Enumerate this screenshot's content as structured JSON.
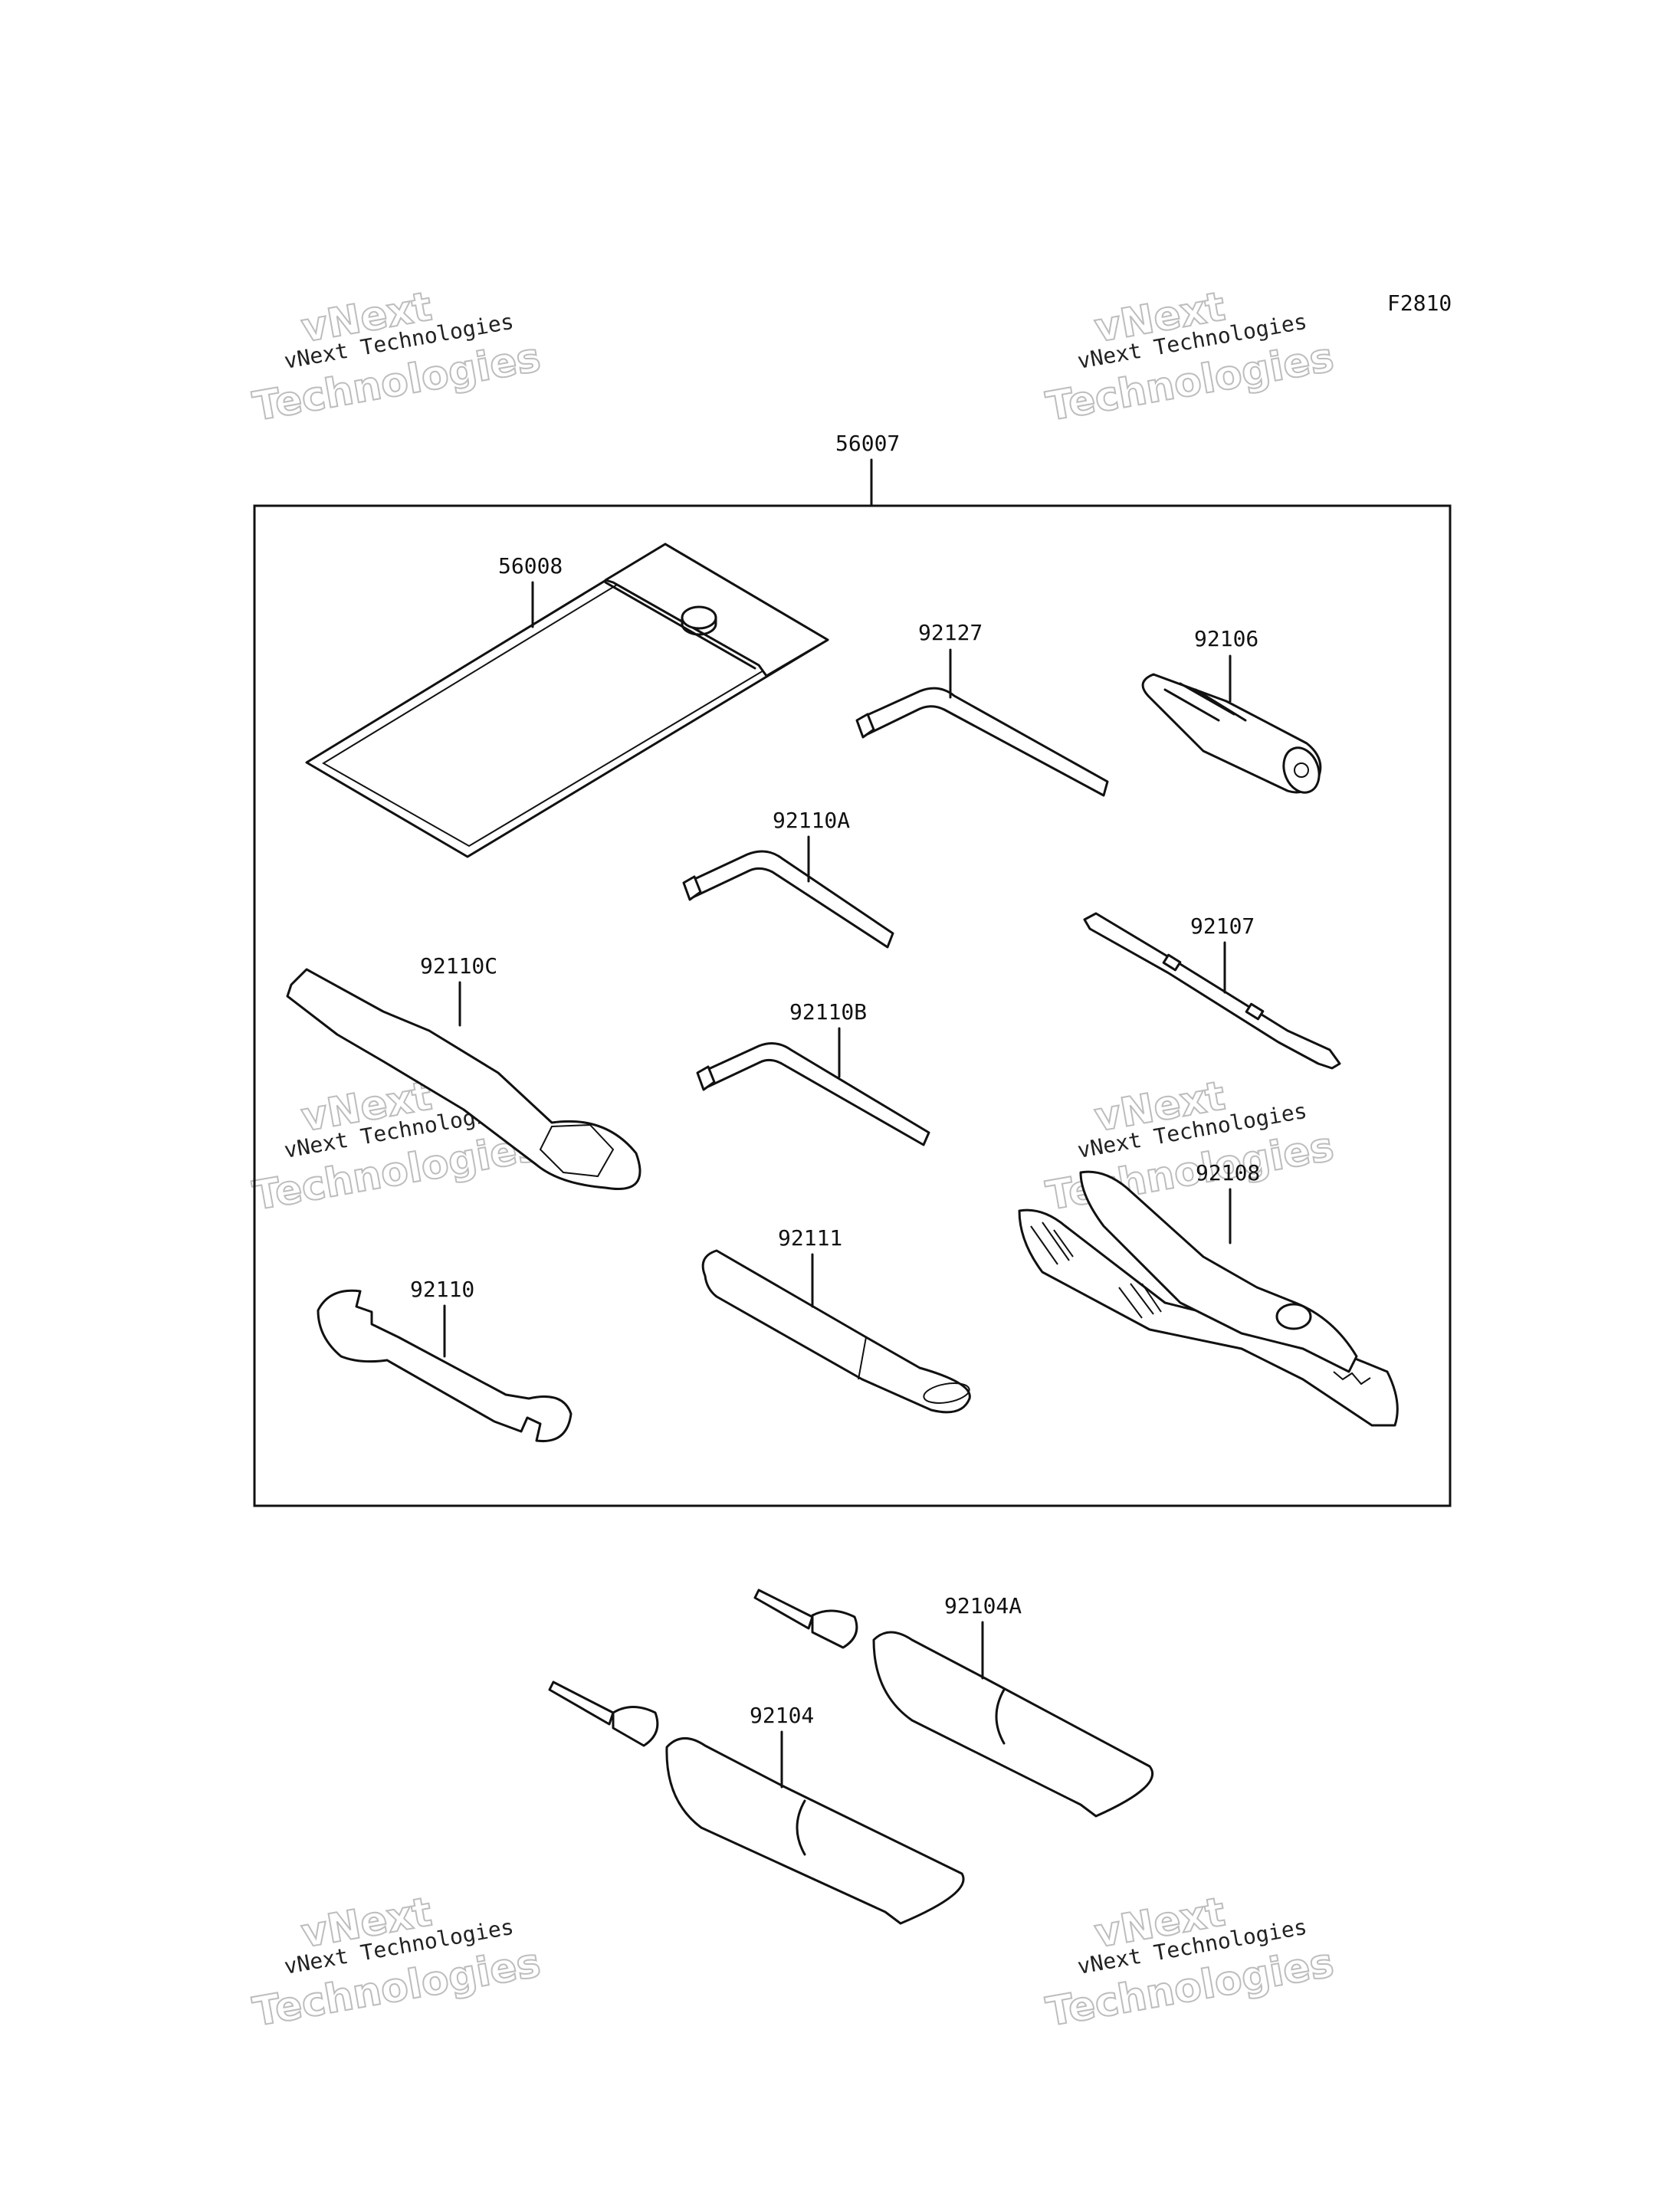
{
  "figure_code": "F2810",
  "watermark": {
    "line_small": "vNext Technologies",
    "line_big_1": "vNext",
    "line_big_2": "Technologies"
  },
  "parts": {
    "kit": "56007",
    "pouch": "56008",
    "hex_wrench_92127": "92127",
    "handle_92106": "92106",
    "hex_wrench_92110A": "92110A",
    "screwdriver_92107": "92107",
    "box_wrench_92110C": "92110C",
    "hex_wrench_92110B": "92110B",
    "pliers": "92108",
    "bar_92111": "92111",
    "open_wrench_92110": "92110",
    "tube_92104A": "92104A",
    "tube_92104": "92104"
  }
}
